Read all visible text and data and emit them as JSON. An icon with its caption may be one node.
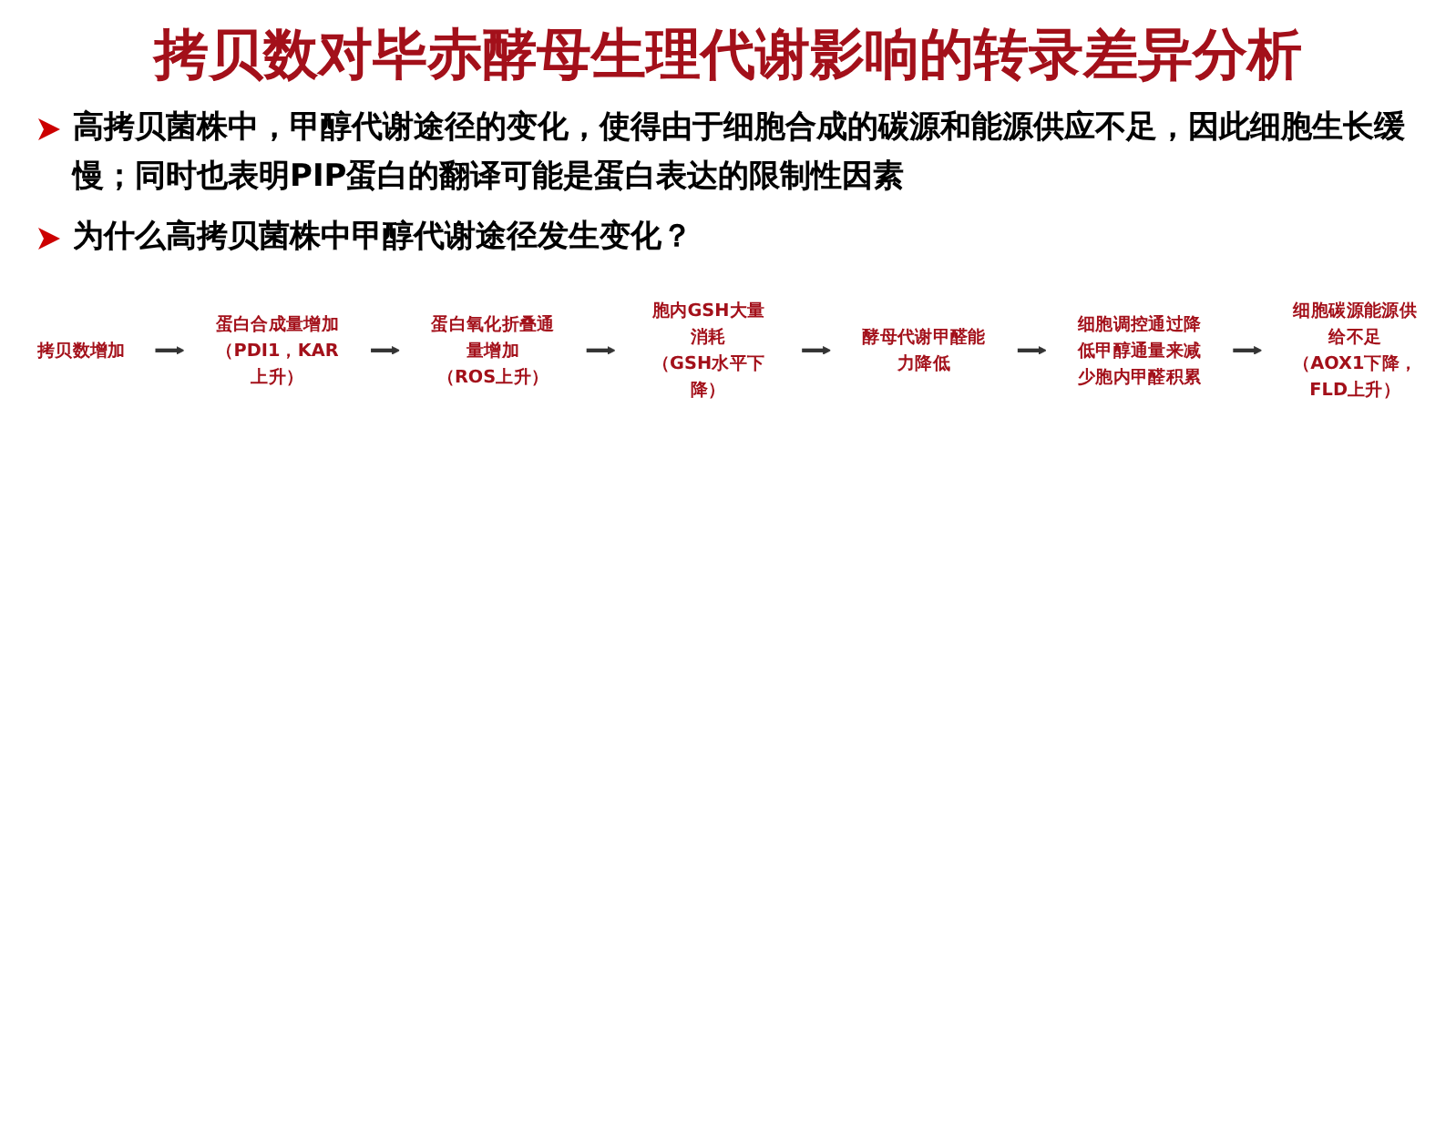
{
  "diagram": {
    "title": "拷贝数对毕赤酵母生理代谢影响的转录差异分析",
    "nodes": [
      {
        "text": [
          "拷贝数增加"
        ]
      },
      {
        "text": [
          "蛋白合成量增加",
          "（PDI1，KAR上升）"
        ]
      },
      {
        "text": [
          "蛋白氧化折叠通量增加",
          "（ROS上升）"
        ]
      },
      {
        "text": [
          "胞内GSH大量消耗",
          "（GSH水平下降）"
        ]
      },
      {
        "text": [
          "酵母代谢甲醛能力降低"
        ]
      },
      {
        "text": [
          "细胞调控通过降低甲醇通量来减少胞内甲醛积累"
        ]
      },
      {
        "text": [
          "细胞碳源能源供给不足",
          "（AOX1下降，FLD上升）"
        ]
      }
    ],
    "edges": [
      {
        "from": 0,
        "to": 1,
        "arrow": "to"
      },
      {
        "from": 1,
        "to": 2,
        "arrow": "to"
      },
      {
        "from": 2,
        "to": 3,
        "arrow": "to"
      },
      {
        "from": 3,
        "to": 4,
        "arrow": "to"
      },
      {
        "from": 4,
        "to": 5,
        "arrow": "to"
      },
      {
        "from": 5,
        "to": 6,
        "arrow": "to"
      }
    ],
    "labels": [
      "高拷贝菌株中，甲醇代谢途径的变化，使得由于细胞合成的碳源和能源供应不足，因此细胞生长缓慢；同时也表明PIP蛋白的翻译可能是蛋白表达的限制性因素",
      "为什么高拷贝菌株中甲醇代谢途径发生变化？"
    ]
  }
}
